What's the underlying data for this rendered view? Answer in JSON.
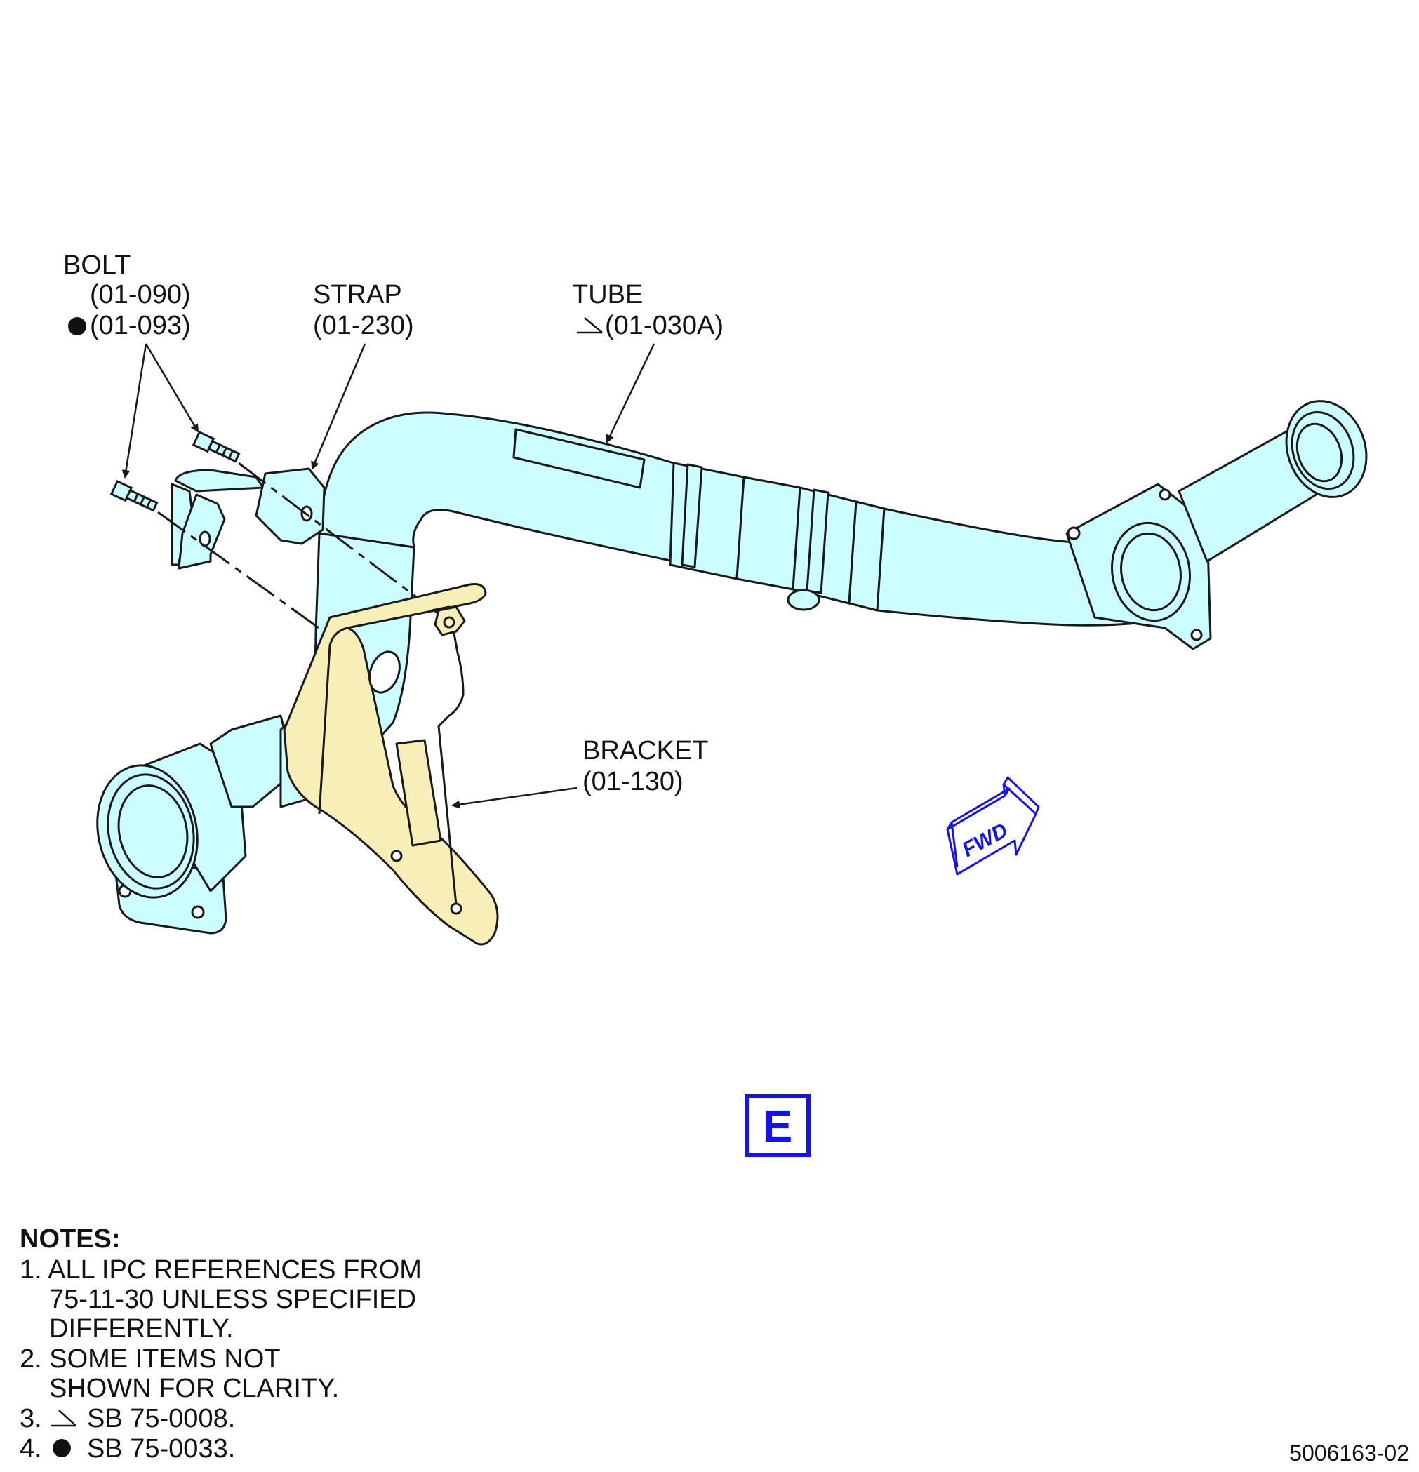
{
  "colors": {
    "tube_fill": "#ccfdff",
    "bracket_fill": "#f8efb8",
    "outline": "#1a1a1a",
    "accent_blue": "#1414e6",
    "background": "#ffffff"
  },
  "callouts": {
    "bolt": {
      "name": "BOLT",
      "ref1": "(01-090)",
      "ref2": "(01-093)",
      "ref2_marker": "filled-circle-icon"
    },
    "strap": {
      "name": "STRAP",
      "ref": "(01-230)"
    },
    "tube": {
      "name": "TUBE",
      "ref": "(01-030A)",
      "ref_marker": "triangle-flag-icon"
    },
    "bracket": {
      "name": "BRACKET",
      "ref": "(01-130)"
    }
  },
  "fwd_label": "FWD",
  "sheet_letter": "E",
  "notes": {
    "title": "NOTES:",
    "lines": [
      "1. ALL IPC REFERENCES FROM",
      "75-11-30 UNLESS SPECIFIED",
      "DIFFERENTLY.",
      "2. SOME ITEMS NOT",
      "SHOWN FOR CLARITY.",
      "3.",
      "SB 75-0008.",
      "4.",
      "SB 75-0033."
    ]
  },
  "figure_id": "5006163-02"
}
